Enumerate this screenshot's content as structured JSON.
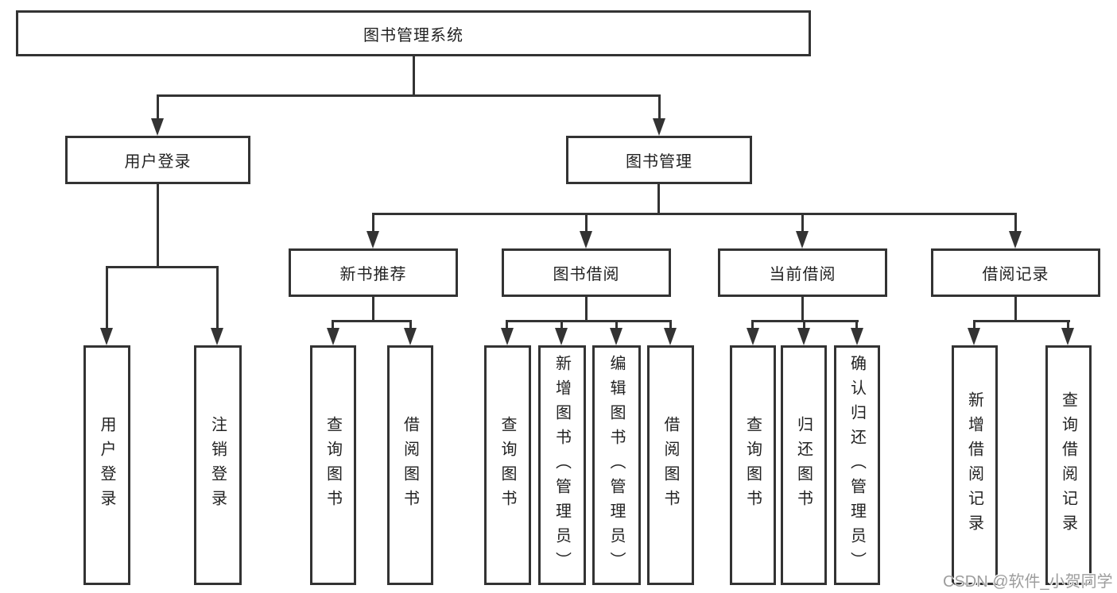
{
  "tree": {
    "root": {
      "label": "图书管理系统"
    },
    "branches": [
      {
        "label": "用户登录",
        "children": [
          {
            "label": "用户登录"
          },
          {
            "label": "注销登录"
          }
        ]
      },
      {
        "label": "图书管理",
        "children": [
          {
            "label": "新书推荐",
            "children": [
              {
                "label": "查询图书"
              },
              {
                "label": "借阅图书"
              }
            ]
          },
          {
            "label": "图书借阅",
            "children": [
              {
                "label": "查询图书"
              },
              {
                "label": "新增图书（管理员）"
              },
              {
                "label": "编辑图书（管理员）"
              },
              {
                "label": "借阅图书"
              }
            ]
          },
          {
            "label": "当前借阅",
            "children": [
              {
                "label": "查询图书"
              },
              {
                "label": "归还图书"
              },
              {
                "label": "确认归还（管理员）"
              }
            ]
          },
          {
            "label": "借阅记录",
            "children": [
              {
                "label": "新增借阅记录"
              },
              {
                "label": "查询借阅记录"
              }
            ]
          }
        ]
      }
    ]
  },
  "watermark": {
    "text": "CSDN @软件_小贺同学"
  },
  "colors": {
    "line": "#333333",
    "box_border": "#333333",
    "text": "#222222",
    "watermark": "#9d9d9d",
    "background": "#ffffff"
  }
}
